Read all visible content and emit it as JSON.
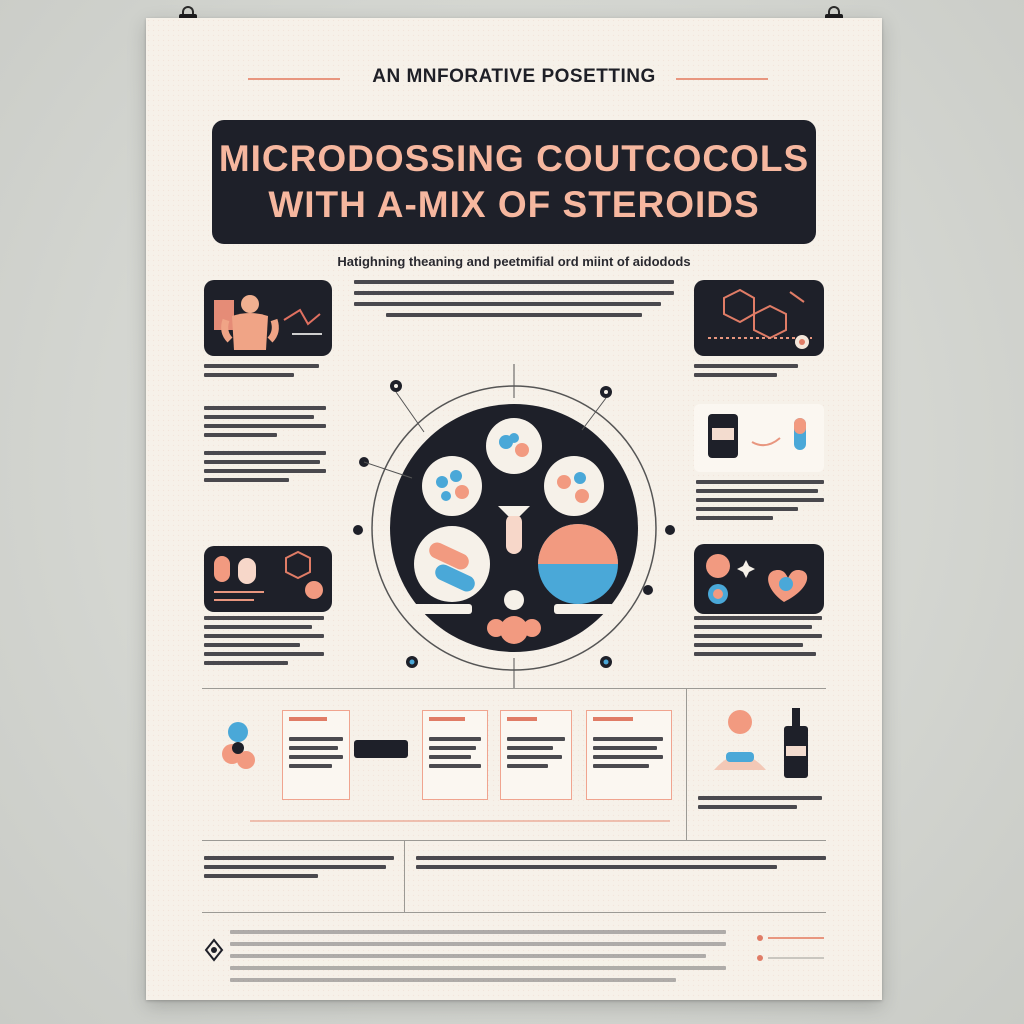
{
  "poster": {
    "kicker": "AN MNFORATIVE POSETTING",
    "title_line1": "MICRODOSSING COUTCOCOLS",
    "title_line2": "WITH A-MIX OF STEROIDS",
    "subtitle": "Hatighning theaning and peetmifial ord miint of aidodods"
  },
  "colors": {
    "poster_bg": "#f6f1e9",
    "title_bg": "#1e2029",
    "title_text": "#f6b79f",
    "accent_salmon": "#e8967f",
    "accent_blue": "#4aa8d8",
    "ink": "#1f2027"
  },
  "icons": [
    "binder-clip-icon",
    "muscle-man-icon",
    "molecule-icon",
    "pill-capsule-icon",
    "supplement-bottle-icon",
    "heart-icon",
    "dropper-bottle-icon",
    "sparkle-icon"
  ]
}
